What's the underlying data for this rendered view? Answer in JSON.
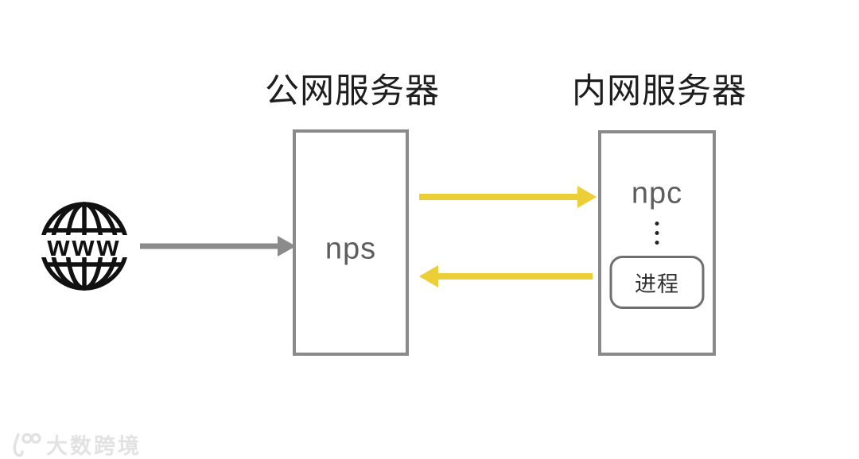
{
  "diagram": {
    "internet": {
      "icon": "globe-www-icon",
      "label": "www"
    },
    "public_server": {
      "title": "公网服务器",
      "node_label": "nps"
    },
    "private_server": {
      "title": "内网服务器",
      "client_label": "npc",
      "process_label": "进程"
    },
    "flows": [
      {
        "from": "internet",
        "to": "nps",
        "color": "#8b8b8b",
        "direction": "right"
      },
      {
        "from": "nps",
        "to": "npc",
        "color": "#ecce36",
        "direction": "right"
      },
      {
        "from": "npc",
        "to": "nps",
        "color": "#ecce36",
        "direction": "left"
      }
    ],
    "watermark": {
      "logo": "100",
      "text": "大数跨境"
    }
  },
  "colors": {
    "background": "#ffffff",
    "title_text": "#1e1e1e",
    "box_border": "#8a8a8a",
    "node_text": "#5d5d5d",
    "arrow_gray": "#8b8b8b",
    "arrow_yellow": "#ecce36",
    "ellipsis_dots": "#222222",
    "watermark": "#e2e2e2"
  }
}
